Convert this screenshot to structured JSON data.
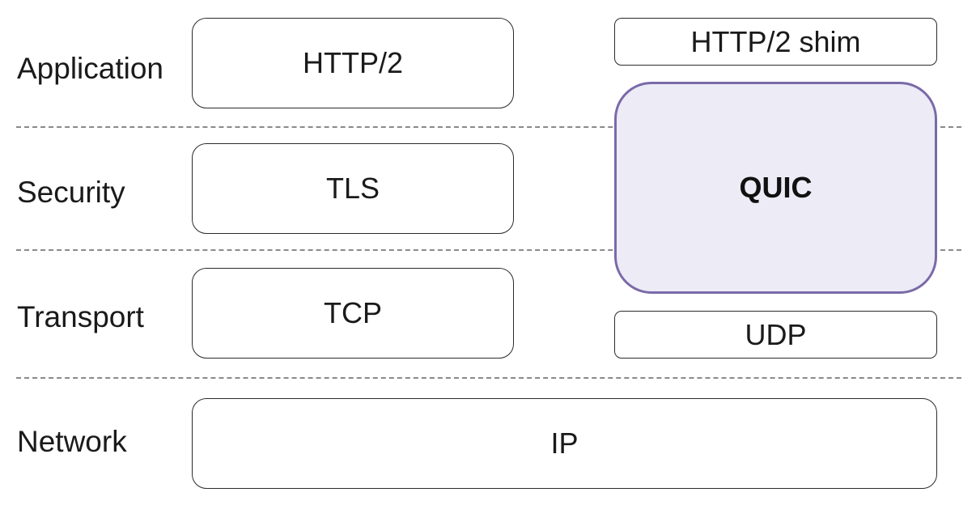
{
  "layers": {
    "application": "Application",
    "security": "Security",
    "transport": "Transport",
    "network": "Network"
  },
  "tcp_stack": {
    "http2": "HTTP/2",
    "tls": "TLS",
    "tcp": "TCP"
  },
  "quic_stack": {
    "http2_shim": "HTTP/2 shim",
    "quic": "QUIC",
    "udp": "UDP"
  },
  "shared": {
    "ip": "IP"
  },
  "colors": {
    "quic_fill": "#ecebf6",
    "quic_border": "#7a6aa8",
    "divider": "#8a8a8a",
    "box_border": "#2b2b2b"
  }
}
